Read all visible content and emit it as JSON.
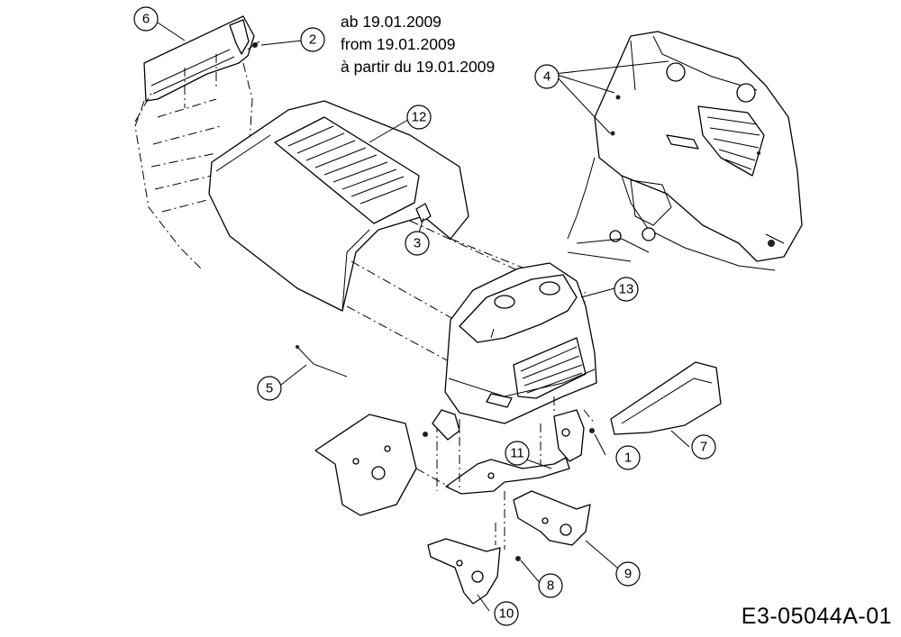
{
  "header": {
    "date_de": "ab 19.01.2009",
    "date_en": "from 19.01.2009",
    "date_fr": "à partir du 19.01.2009"
  },
  "footer": {
    "drawing_id": "E3-05044A-01"
  },
  "callouts": [
    "1",
    "2",
    "3",
    "4",
    "5",
    "6",
    "7",
    "8",
    "9",
    "10",
    "11",
    "12",
    "13"
  ]
}
